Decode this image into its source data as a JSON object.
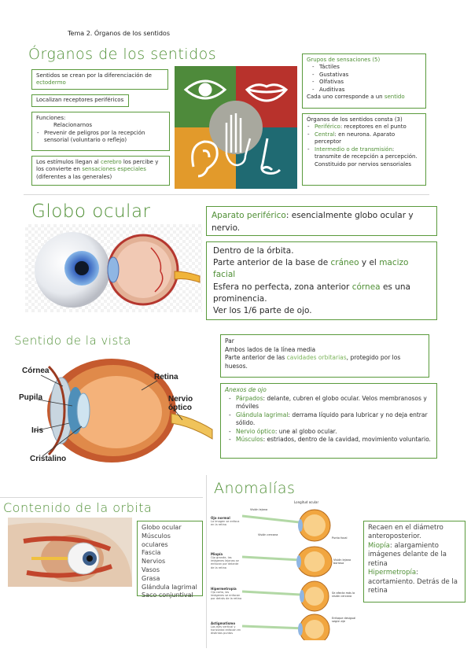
{
  "page_header": "Tema 2. Órganos de los sentidos",
  "section1": {
    "title": "Órganos de los sentidos",
    "box_origin": {
      "prefix": "Sentidos se crean por la diferenciación de ",
      "highlight": "ectodermo"
    },
    "box_receptors": "Localizan receptores periféricos",
    "box_functions": {
      "heading": "Funciones:",
      "items": [
        "Relacionarnos",
        "Prevenir de peligros por la recepción sensorial (voluntario o reflejo)"
      ]
    },
    "box_stimuli": {
      "p1": "Los estímulos llegan al ",
      "h1": "cerebro",
      "p2": " los percibe y los convierte en ",
      "h2": "sensaciones especiales",
      "p3": " (diferentes a las generales)"
    },
    "groups": {
      "heading": "Grupos de sensaciones (5)",
      "items": [
        "Táctiles",
        "Gustativas",
        "Olfativas",
        "Auditivas"
      ],
      "footer_prefix": "Cada uno corresponde a un ",
      "footer_highlight": "sentido"
    },
    "parts": {
      "heading": "Órganos de los sentidos consta (3)",
      "items": [
        {
          "label": "Periférico",
          "text": ": receptores en el punto"
        },
        {
          "label": "Central",
          "text": ": en neurona. Aparato perceptor"
        },
        {
          "label": "Intermedio o de transmisión",
          "text": ": transmite de recepción a percepción. Constituido por nervios sensoriales"
        }
      ]
    }
  },
  "section2": {
    "title": "Globo ocular",
    "peripheral": {
      "label": "Aparato periférico",
      "text": ": esencialmente globo ocular y nervio."
    },
    "location": {
      "l1": "Dentro de la órbita.",
      "l2a": "Parte anterior de la base de ",
      "l2b": "cráneo",
      "l2c": " y el ",
      "l2d": "macizo facial",
      "l3a": "Esfera no perfecta, zona anterior ",
      "l3b": "córnea",
      "l3c": " es una prominencia.",
      "l4": "Ver los 1/6 parte de ojo."
    }
  },
  "section3": {
    "title": "Sentido de la vista",
    "labels": {
      "cornea": "Córnea",
      "pupil": "Pupila",
      "iris": "Iris",
      "lens": "Cristalino",
      "retina": "Retina",
      "nerve1": "Nervio",
      "nerve2": "óptico"
    },
    "pair": {
      "l1": "Par",
      "l2": "Ambos lados de la línea media",
      "l3a": "Parte anterior de las ",
      "l3b": "cavidades orbitarias",
      "l3c": ", protegido por los huesos."
    },
    "annexes": {
      "heading": "Anexos de ojo",
      "items": [
        {
          "label": "Párpados",
          "text": ": delante, cubren el globo ocular. Velos membranosos y móviles"
        },
        {
          "label": "Glándula lagrimal",
          "text": ": derrama líquido para lubricar y no deja entrar sólido."
        },
        {
          "label": "Nervio óptico",
          "text": ": une al globo ocular."
        },
        {
          "label": "Músculos",
          "text": ": estriados, dentro de la cavidad, movimiento voluntario."
        }
      ]
    }
  },
  "section4": {
    "title": "Contenido de la orbita",
    "items": [
      "Globo ocular",
      "Músculos oculares",
      "Fascia",
      "Nervios",
      "Vasos",
      "Grasa",
      "Glándula lagrimal",
      "Saco conjuntival"
    ]
  },
  "section5": {
    "title": "Anomalías",
    "diagram": {
      "top_label": "Longitud ocular",
      "left_labels": [
        "Ojo normal",
        "Miopía",
        "Hipermetropía",
        "Astigmatismo"
      ],
      "left_sub": [
        "La imagen se enfoca en la retina",
        "Ojo grande, las imágenes lejanas se enfocan por delante de la retina",
        "Ojo corto, las imágenes se enfocan por detrás de la retina",
        "Los ejes vertical y horizontal enfocan en distintos puntos"
      ],
      "far": "Visión lejana",
      "near": "Visión cercana",
      "focal": "Punto focal",
      "blurry_far": "Visión lejana borrosa",
      "blurry_near": "Se afecta más la visión cercana",
      "uneven": "Enfoque desigual según eje"
    },
    "box": {
      "l1": "Recaen en el diámetro anteroposterior.",
      "m_label": "Miopía",
      "m_text": ": alargamiento imágenes delante de la retina",
      "h_label": "Hipermetropía",
      "h_text": ": acortamiento. Detrás de la retina"
    }
  }
}
